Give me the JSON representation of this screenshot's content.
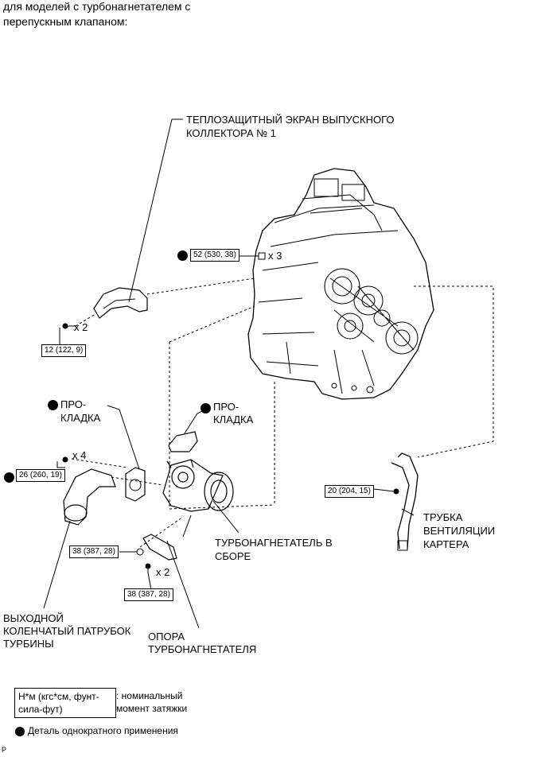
{
  "header": {
    "line1": "для моделей с турбонагнетателем с",
    "line2": "перепускным клапаном:"
  },
  "labels": {
    "heat_shield_1": "ТЕПЛОЗАЩИТНЫЙ ЭКРАН ВЫПУСКНОГО",
    "heat_shield_2": "КОЛЛЕКТОРА № 1",
    "gasket_left_1": "ПРО-",
    "gasket_left_2": "КЛАДКА",
    "gasket_right_1": "ПРО-",
    "gasket_right_2": "КЛАДКА",
    "turbo_1": "ТУРБОНАГНЕТАТЕЛЬ В",
    "turbo_2": "СБОРЕ",
    "vent_1": "ТРУБКА",
    "vent_2": "ВЕНТИЛЯЦИИ",
    "vent_3": "КАРТЕРА",
    "elbow_1": "ВЫХОДНОЙ",
    "elbow_2": "КОЛЕНЧАТЫЙ ПАТРУБОК",
    "elbow_3": "ТУРБИНЫ",
    "bracket_1": "ОПОРА",
    "bracket_2": "ТУРБОНАГНЕТАТЕЛЯ"
  },
  "torques": {
    "t1": "52 (530, 38)",
    "t2": "12 (122, 9)",
    "t3": "26 (260, 19)",
    "t4": "38 (387, 28)",
    "t5": "38 (387, 28)",
    "t6": "20 (204, 15)"
  },
  "qty": {
    "q1": "x 3",
    "q2": "x 2",
    "q3": "x 4",
    "q4": "x 2"
  },
  "legend": {
    "unit": "Н*м (кгс*см, фунт-сила-фут)",
    "unit_desc": ": номинальный момент затяжки",
    "single_use": "Деталь однократного применения"
  },
  "footer": {
    "mark": "P"
  }
}
